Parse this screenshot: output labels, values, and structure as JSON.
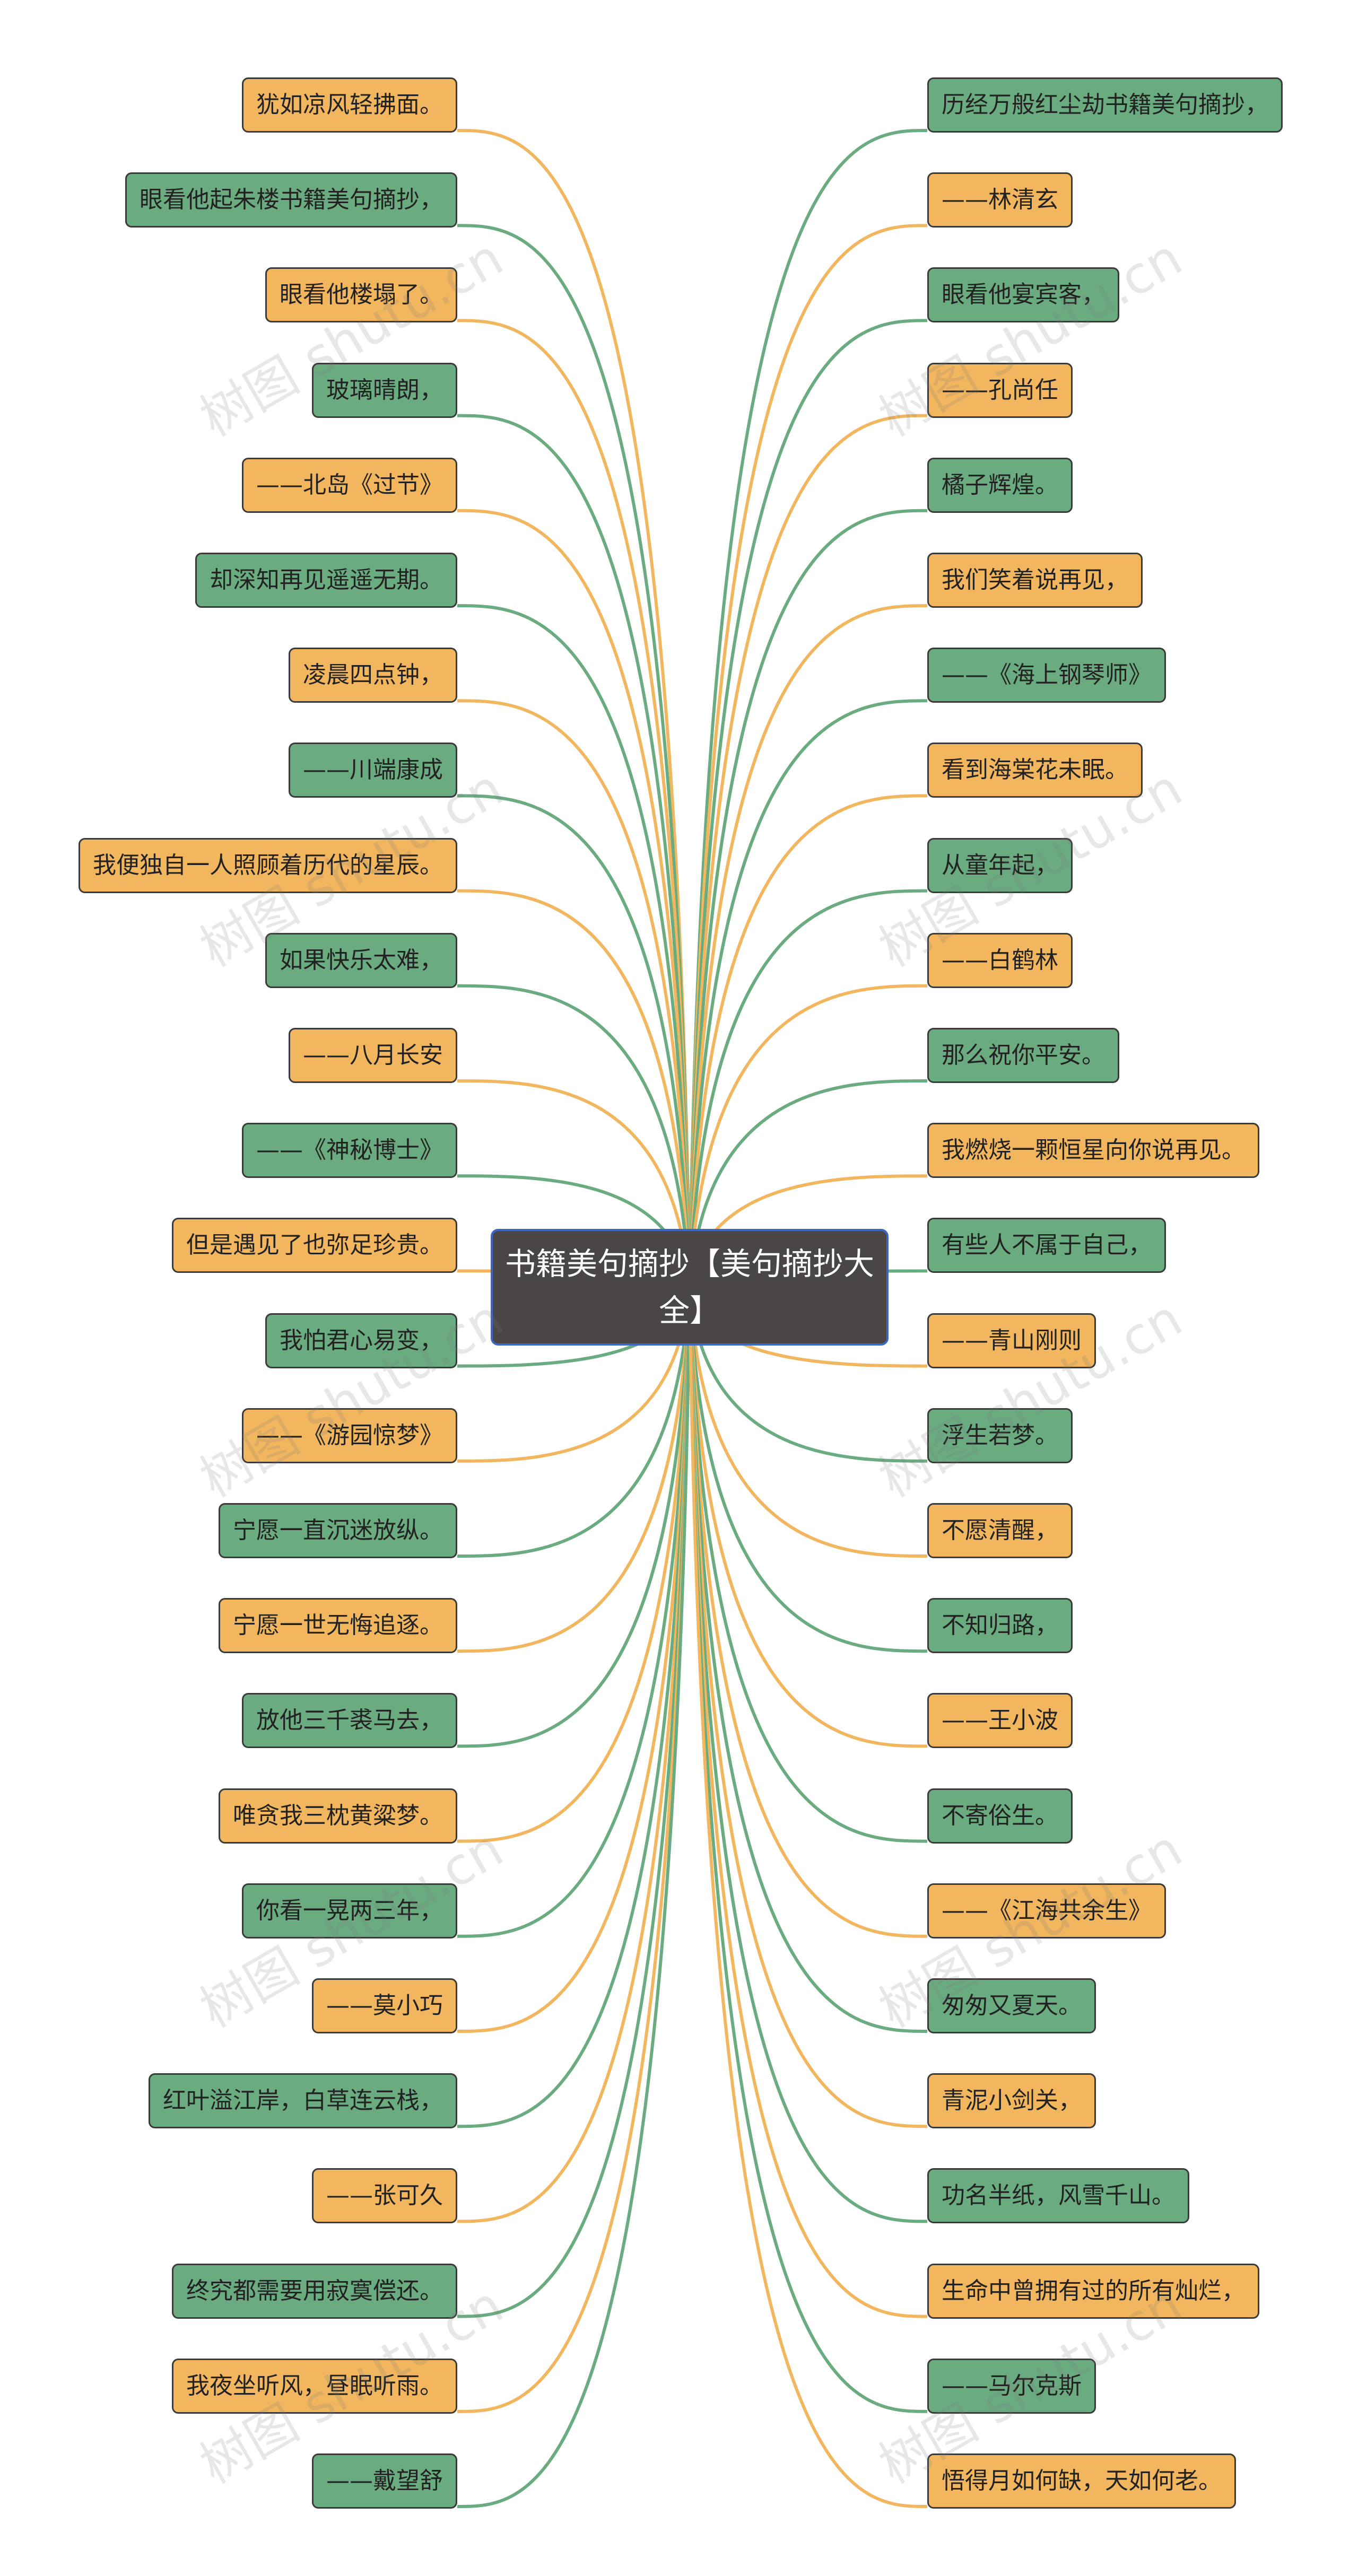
{
  "center": {
    "title": "书籍美句摘抄【美句摘抄大全】"
  },
  "watermark": "树图 shutu.cn",
  "colors": {
    "green": "#6aab80",
    "orange": "#f2b65f",
    "center": "#4a4645",
    "center_border": "#3a66c4"
  },
  "left_nodes": [
    {
      "text": "犹如凉风轻拂面。",
      "color": "orange"
    },
    {
      "text": "眼看他起朱楼书籍美句摘抄，",
      "color": "green"
    },
    {
      "text": "眼看他楼塌了。",
      "color": "orange"
    },
    {
      "text": "玻璃晴朗，",
      "color": "green"
    },
    {
      "text": "——北岛《过节》",
      "color": "orange"
    },
    {
      "text": "却深知再见遥遥无期。",
      "color": "green"
    },
    {
      "text": "凌晨四点钟，",
      "color": "orange"
    },
    {
      "text": "——川端康成",
      "color": "green"
    },
    {
      "text": "我便独自一人照顾着历代的星辰。",
      "color": "orange"
    },
    {
      "text": "如果快乐太难，",
      "color": "green"
    },
    {
      "text": "——八月长安",
      "color": "orange"
    },
    {
      "text": "——《神秘博士》",
      "color": "green"
    },
    {
      "text": "但是遇见了也弥足珍贵。",
      "color": "orange"
    },
    {
      "text": "我怕君心易变，",
      "color": "green"
    },
    {
      "text": "——《游园惊梦》",
      "color": "orange"
    },
    {
      "text": "宁愿一直沉迷放纵。",
      "color": "green"
    },
    {
      "text": "宁愿一世无悔追逐。",
      "color": "orange"
    },
    {
      "text": "放他三千裘马去，",
      "color": "green"
    },
    {
      "text": "唯贪我三枕黄粱梦。",
      "color": "orange"
    },
    {
      "text": "你看一晃两三年，",
      "color": "green"
    },
    {
      "text": "——莫小巧",
      "color": "orange"
    },
    {
      "text": "红叶溢江岸，白草连云栈，",
      "color": "green"
    },
    {
      "text": "——张可久",
      "color": "orange"
    },
    {
      "text": "终究都需要用寂寞偿还。",
      "color": "green"
    },
    {
      "text": "我夜坐听风，昼眠听雨。",
      "color": "orange"
    },
    {
      "text": "——戴望舒",
      "color": "green"
    }
  ],
  "right_nodes": [
    {
      "text": "历经万般红尘劫书籍美句摘抄，",
      "color": "green"
    },
    {
      "text": "——林清玄",
      "color": "orange"
    },
    {
      "text": "眼看他宴宾客，",
      "color": "green"
    },
    {
      "text": "——孔尚任",
      "color": "orange"
    },
    {
      "text": "橘子辉煌。",
      "color": "green"
    },
    {
      "text": "我们笑着说再见，",
      "color": "orange"
    },
    {
      "text": "——《海上钢琴师》",
      "color": "green"
    },
    {
      "text": "看到海棠花未眠。",
      "color": "orange"
    },
    {
      "text": "从童年起，",
      "color": "green"
    },
    {
      "text": "——白鹤林",
      "color": "orange"
    },
    {
      "text": "那么祝你平安。",
      "color": "green"
    },
    {
      "text": "我燃烧一颗恒星向你说再见。",
      "color": "orange"
    },
    {
      "text": "有些人不属于自己，",
      "color": "green"
    },
    {
      "text": "——青山刚则",
      "color": "orange"
    },
    {
      "text": "浮生若梦。",
      "color": "green"
    },
    {
      "text": "不愿清醒，",
      "color": "orange"
    },
    {
      "text": "不知归路，",
      "color": "green"
    },
    {
      "text": "——王小波",
      "color": "orange"
    },
    {
      "text": "不寄俗生。",
      "color": "green"
    },
    {
      "text": "——《江海共余生》",
      "color": "orange"
    },
    {
      "text": "匆匆又夏天。",
      "color": "green"
    },
    {
      "text": "青泥小剑关，",
      "color": "orange"
    },
    {
      "text": "功名半纸，风雪千山。",
      "color": "green"
    },
    {
      "text": "生命中曾拥有过的所有灿烂，",
      "color": "orange"
    },
    {
      "text": "——马尔克斯",
      "color": "green"
    },
    {
      "text": "悟得月如何缺，天如何老。",
      "color": "orange"
    }
  ]
}
